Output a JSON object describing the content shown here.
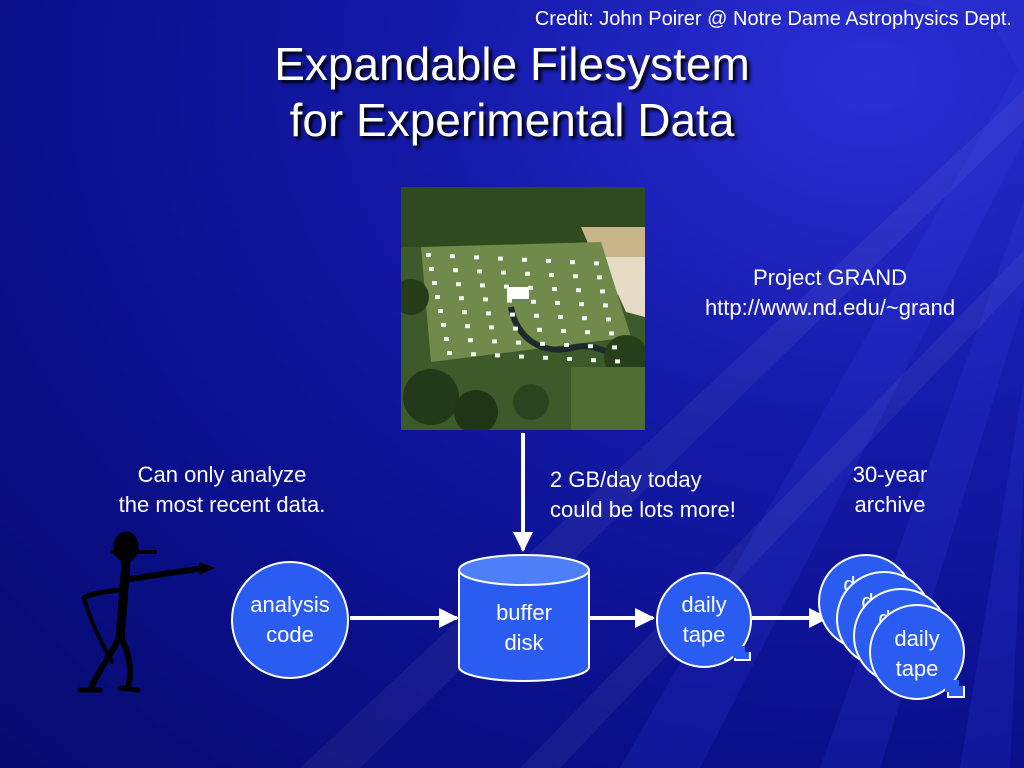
{
  "credit": "Credit: John Poirer @ Notre Dame Astrophysics Dept.",
  "title": {
    "line1": "Expandable Filesystem",
    "line2": "for Experimental Data"
  },
  "project": {
    "name": "Project GRAND",
    "url": "http://www.nd.edu/~grand"
  },
  "notes": {
    "analyze_line1": "Can only analyze",
    "analyze_line2": "the most recent data.",
    "rate_line1": "2 GB/day today",
    "rate_line2": "could be lots more!",
    "archive_line1": "30-year",
    "archive_line2": "archive"
  },
  "nodes": {
    "analysis_line1": "analysis",
    "analysis_line2": "code",
    "buffer_line1": "buffer",
    "buffer_line2": "disk",
    "tape_line1": "daily",
    "tape_line2": "tape"
  },
  "colors": {
    "shape_fill": "#2a5cf2",
    "shape_stroke": "#ffffff",
    "arrow": "#ffffff"
  }
}
